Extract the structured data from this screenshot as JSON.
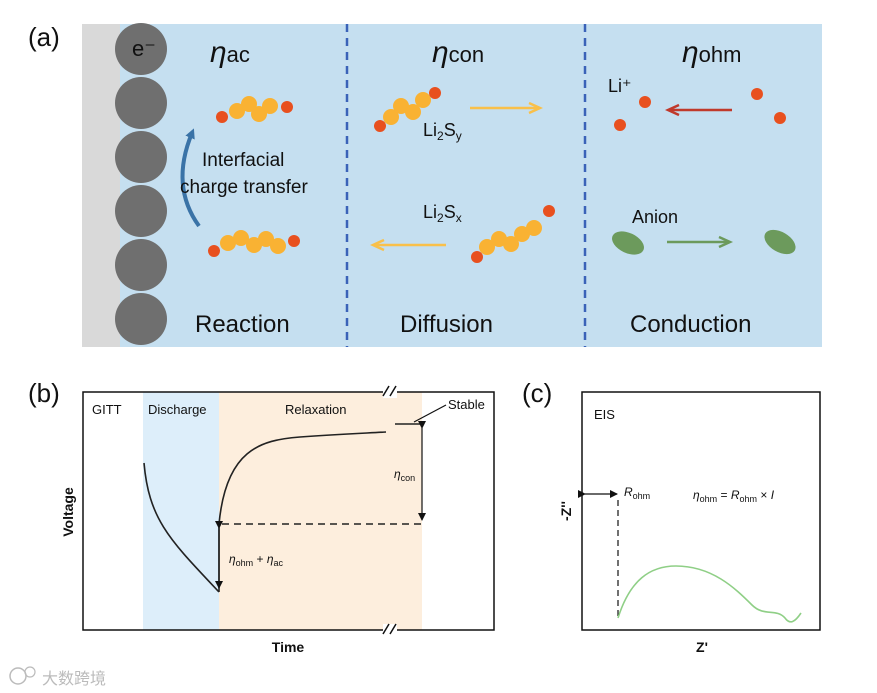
{
  "panel_a": {
    "label": "(a)",
    "electron": "e⁻",
    "eta_symbol": "η",
    "sub_ac": "ac",
    "sub_con": "con",
    "sub_ohm": "ohm",
    "interfacial_line1": "Interfacial",
    "interfacial_line2": "charge transfer",
    "li2sy_base": "Li",
    "li2sy_two": "2",
    "li2sy_s": "S",
    "li2sy_sub": "y",
    "li2sx_base": "Li",
    "li2sx_two": "2",
    "li2sx_s": "S",
    "li2sx_sub": "x",
    "li_plus": "Li⁺",
    "anion": "Anion",
    "reaction": "Reaction",
    "diffusion": "Diffusion",
    "conduction": "Conduction"
  },
  "panel_b": {
    "label": "(b)",
    "gitt": "GITT",
    "discharge": "Discharge",
    "relaxation": "Relaxation",
    "stable": "Stable",
    "eta_con_eta": "η",
    "eta_con_sub": "con",
    "eta_ohm_eta": "η",
    "eta_ohm_sub": "ohm",
    "plus": " + ",
    "eta_ac_eta": "η",
    "eta_ac_sub": "ac",
    "ylabel": "Voltage",
    "xlabel": "Time"
  },
  "panel_c": {
    "label": "(c)",
    "eis": "EIS",
    "r_ohm_r": "R",
    "r_ohm_sub": "ohm",
    "eq_eta": "η",
    "eq_eta_sub": "ohm",
    "eq_equals": " = ",
    "eq_r": "R",
    "eq_r_sub": "ohm",
    "eq_times": " × ",
    "eq_i": "I",
    "ylabel": "-Z''",
    "xlabel": "Z'"
  },
  "watermark": "大数跨境",
  "colors": {
    "panel_bg": "#c5dff0",
    "electrode": "#d9d9d9",
    "sphere": "#6f6f6f",
    "polysulfide": "#f9b233",
    "lithium": "#e8501f",
    "anion": "#6c9a5c",
    "dashed_divider": "#3a62b8",
    "discharge_bg": "#ddeefa",
    "relaxation_bg": "#fdeedd",
    "eis_curve": "#8fcf86"
  }
}
